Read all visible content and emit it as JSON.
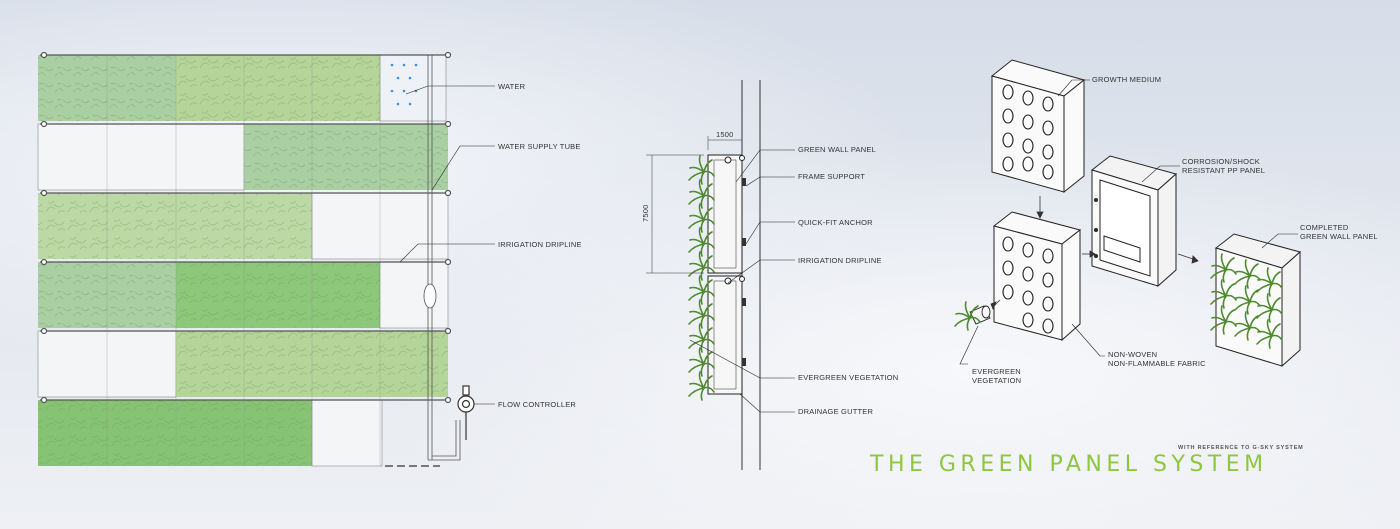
{
  "title": "THE GREEN PANEL SYSTEM",
  "subtitle": "WITH REFERENCE TO G-SKY SYSTEM",
  "elevation_labels": {
    "water": "WATER",
    "water_supply_tube": "WATER SUPPLY TUBE",
    "irrigation_dripline": "IRRIGATION DRIPLINE",
    "flow_controller": "FLOW CONTROLLER"
  },
  "section_labels": {
    "width_dim": "1500",
    "height_dim": "7500",
    "green_wall_panel": "GREEN WALL PANEL",
    "frame_support": "FRAME SUPPORT",
    "quick_fit_anchor": "QUICK-FIT ANCHOR",
    "irrigation_dripline": "IRRIGATION DRIPLINE",
    "evergreen_vegetation": "EVERGREEN VEGETATION",
    "drainage_gutter": "DRAINAGE GUTTER"
  },
  "exploded_labels": {
    "growth_medium": "GROWTH MEDIUM",
    "pp_panel_line1": "CORROSION/SHOCK",
    "pp_panel_line2": "RESISTANT PP PANEL",
    "completed_line1": "COMPLETED",
    "completed_line2": "GREEN WALL PANEL",
    "fabric_line1": "NON-WOVEN",
    "fabric_line2": "NON-FLAMMABLE FABRIC",
    "vegetation_line1": "EVERGREEN",
    "vegetation_line2": "VEGETATION"
  },
  "colors": {
    "title_green": "#8dc63f",
    "panel_green_light": "#bcd8a8",
    "panel_green_mid": "#9ccf88",
    "panel_green_dark": "#7fbf6c",
    "water_drop": "#3f8fe0"
  }
}
